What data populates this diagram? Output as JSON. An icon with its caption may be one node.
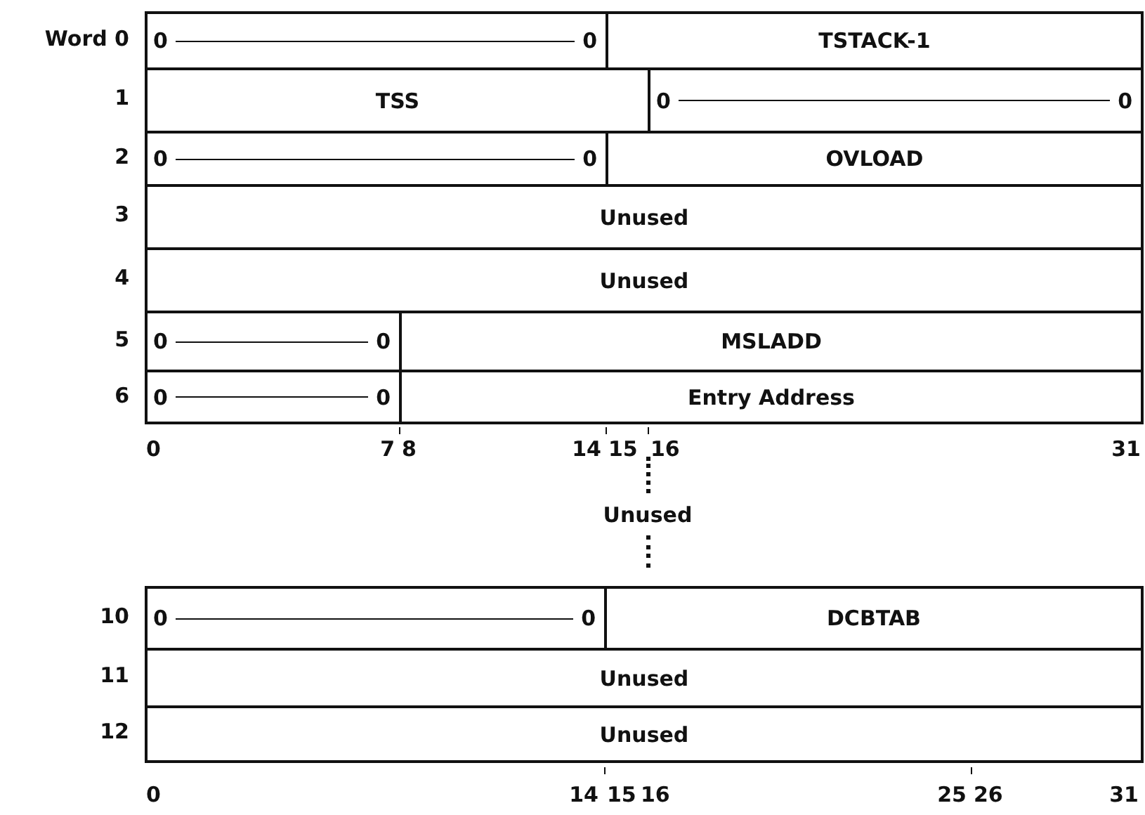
{
  "diagram": {
    "nodes": [
      {
        "text": [
          "0",
          "0"
        ]
      },
      {
        "text": [
          "TSTACK-1"
        ]
      },
      {
        "text": [
          "TSS"
        ]
      },
      {
        "text": [
          "0",
          "0"
        ]
      },
      {
        "text": [
          "0",
          "0"
        ]
      },
      {
        "text": [
          "OVLOAD"
        ]
      },
      {
        "text": [
          "Unused"
        ]
      },
      {
        "text": [
          "Unused"
        ]
      },
      {
        "text": [
          "0",
          "0"
        ]
      },
      {
        "text": [
          "MSLADD"
        ]
      },
      {
        "text": [
          "0",
          "0"
        ]
      },
      {
        "text": [
          "Entry Address"
        ]
      },
      {
        "text": [
          "0",
          "0"
        ]
      },
      {
        "text": [
          "DCBTAB"
        ]
      },
      {
        "text": [
          "Unused"
        ]
      },
      {
        "text": [
          "Unused"
        ]
      }
    ],
    "edges": [],
    "labels": [
      "Word 0",
      "1",
      "2",
      "3",
      "4",
      "5",
      "6",
      "0",
      "7",
      "8",
      "14",
      "15",
      "16",
      "31",
      "Unused",
      "10",
      "11",
      "12",
      "0",
      "14",
      "15",
      "16",
      "25",
      "26",
      "31"
    ]
  }
}
